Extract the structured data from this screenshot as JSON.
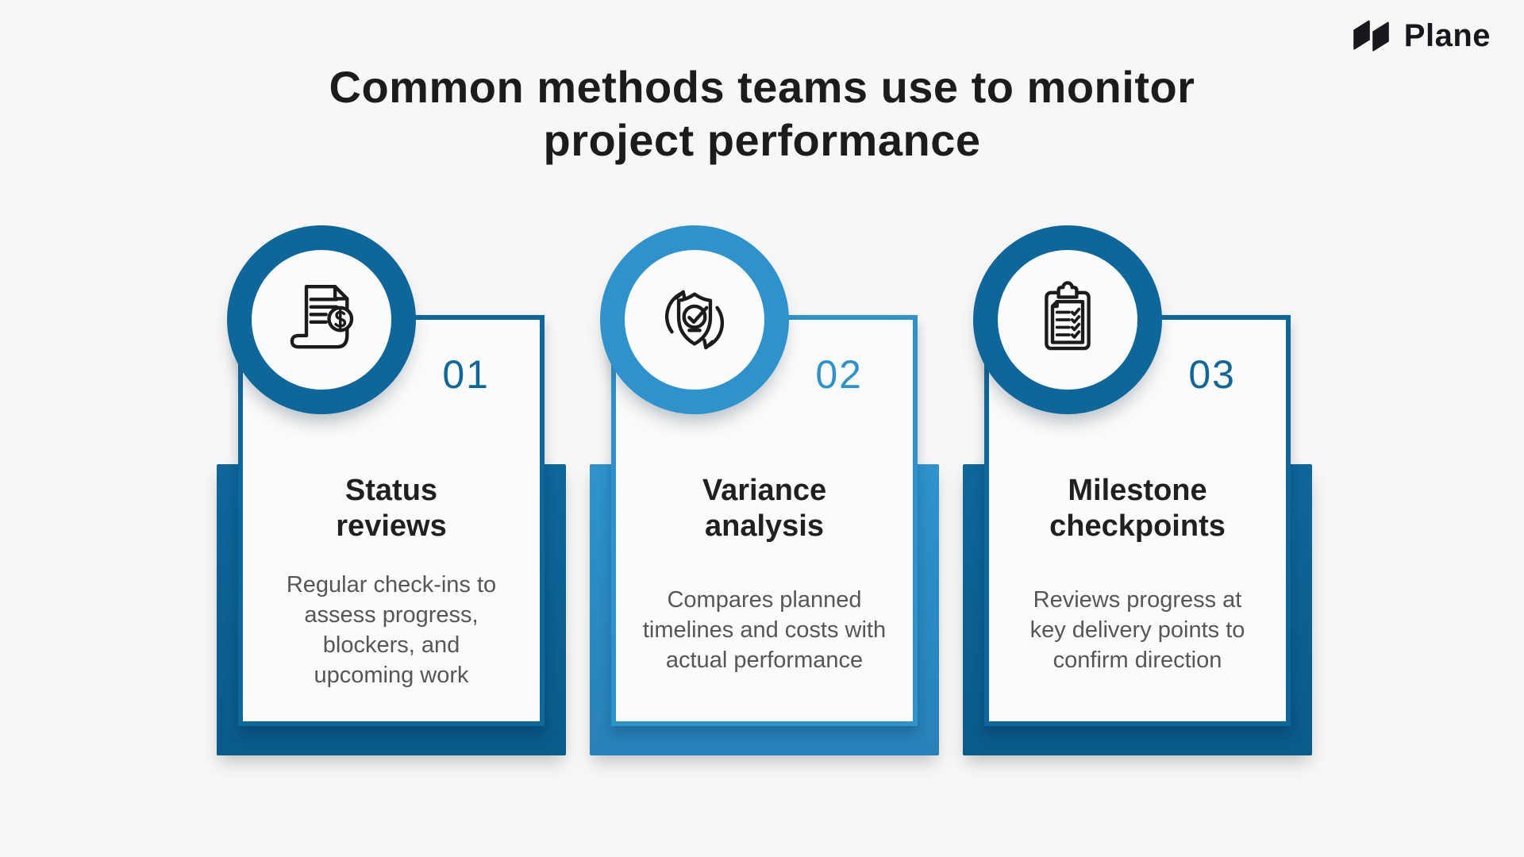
{
  "page": {
    "background": "#f8f7f5"
  },
  "logo": {
    "brand": "Plane",
    "mark_icon": "plane-logo-icon",
    "color": "#17171e"
  },
  "header": {
    "title_line1": "Common methods teams use to monitor",
    "title_line2": "project performance"
  },
  "cards": [
    {
      "number": "01",
      "title_line1": "Status",
      "title_line2": "reviews",
      "body_lines": [
        "Regular check-ins to",
        "assess progress,",
        "blockers, and",
        "upcoming work"
      ],
      "icon": "invoice-dollar-icon",
      "accent": "#0e679a",
      "accent_dark": "#0a5a8a"
    },
    {
      "number": "02",
      "title_line1": "Variance",
      "title_line2": "analysis",
      "body_lines": [
        "Compares planned",
        "timelines and costs with",
        "actual performance"
      ],
      "icon": "shield-check-refresh-icon",
      "accent": "#2e93cc",
      "accent_dark": "#2782b8"
    },
    {
      "number": "03",
      "title_line1": "Milestone",
      "title_line2": "checkpoints",
      "body_lines": [
        "Reviews progress at",
        "key delivery points to",
        "confirm direction"
      ],
      "icon": "clipboard-checklist-icon",
      "accent": "#0e679a",
      "accent_dark": "#0a5a8a"
    }
  ]
}
